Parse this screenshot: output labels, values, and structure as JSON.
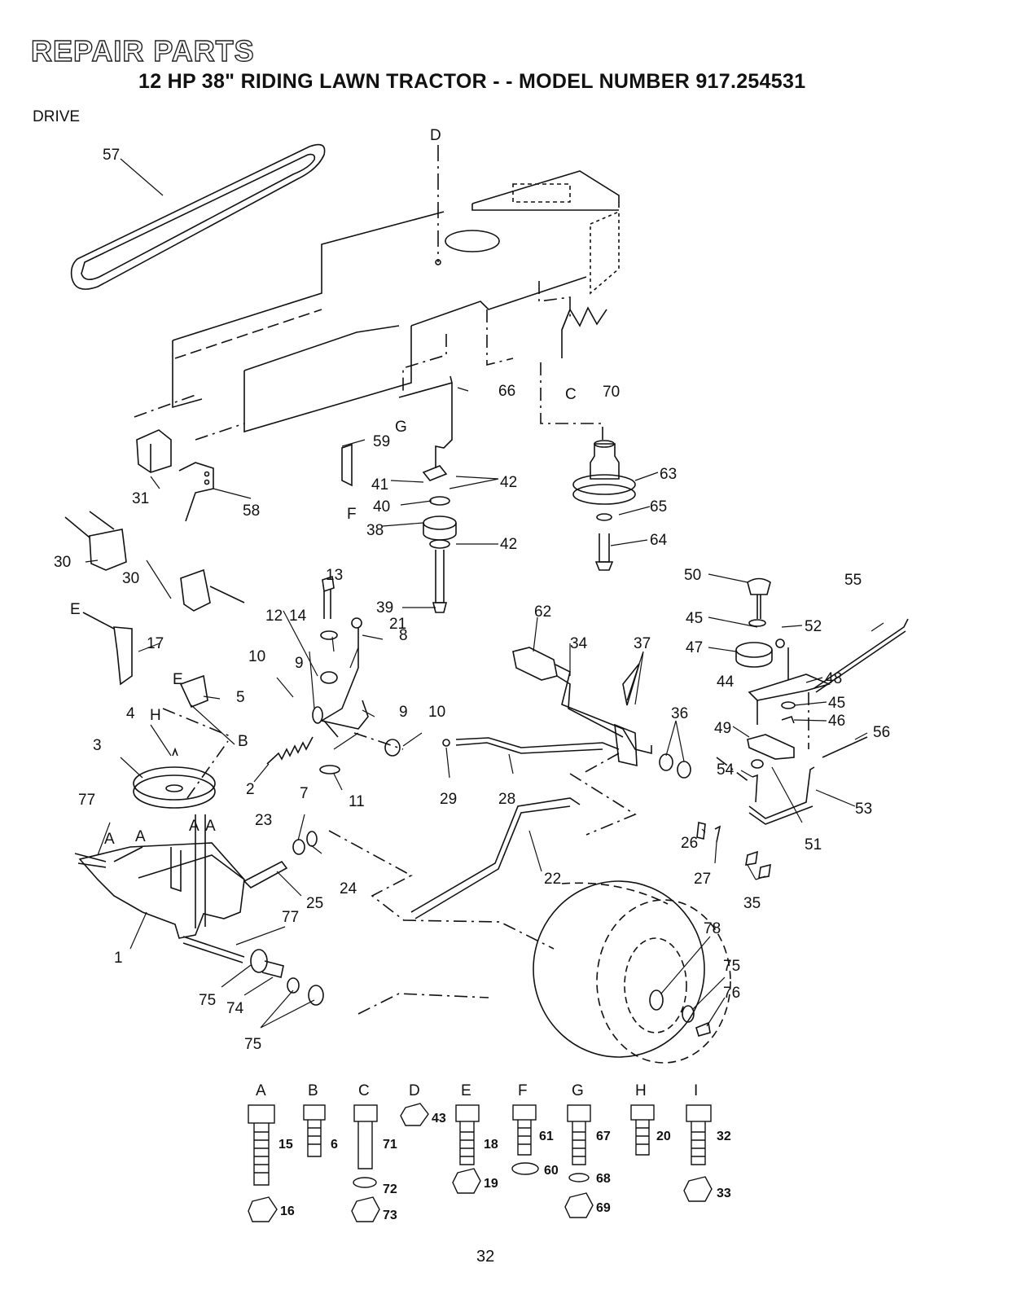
{
  "header": {
    "title": "REPAIR PARTS",
    "subtitle": "12 HP 38\" RIDING LAWN TRACTOR - - MODEL NUMBER 917.254531",
    "section": "DRIVE"
  },
  "part_callouts": [
    "1",
    "2",
    "3",
    "4",
    "5",
    "7",
    "8",
    "9",
    "9",
    "10",
    "10",
    "11",
    "12",
    "13",
    "14",
    "17",
    "21",
    "22",
    "23",
    "24",
    "25",
    "26",
    "27",
    "28",
    "29",
    "30",
    "30",
    "31",
    "34",
    "35",
    "36",
    "37",
    "38",
    "39",
    "40",
    "41",
    "42",
    "42",
    "44",
    "45",
    "45",
    "46",
    "47",
    "48",
    "49",
    "50",
    "51",
    "52",
    "53",
    "54",
    "55",
    "56",
    "57",
    "58",
    "59",
    "62",
    "63",
    "64",
    "65",
    "66",
    "70",
    "74",
    "75",
    "75",
    "75",
    "76",
    "77",
    "77",
    "78"
  ],
  "reference_letters": [
    "D",
    "C",
    "G",
    "F",
    "A",
    "A",
    "A",
    "A",
    "B",
    "E",
    "E",
    "H"
  ],
  "fasteners": [
    {
      "group": "A",
      "parts": [
        "15",
        "16"
      ]
    },
    {
      "group": "B",
      "parts": [
        "6"
      ]
    },
    {
      "group": "C",
      "parts": [
        "71",
        "72",
        "73"
      ]
    },
    {
      "group": "D",
      "parts": [
        "43"
      ]
    },
    {
      "group": "E",
      "parts": [
        "18",
        "19"
      ]
    },
    {
      "group": "F",
      "parts": [
        "61",
        "60"
      ]
    },
    {
      "group": "G",
      "parts": [
        "67",
        "68",
        "69"
      ]
    },
    {
      "group": "H",
      "parts": [
        "20"
      ]
    },
    {
      "group": "I",
      "parts": [
        "32",
        "33"
      ]
    }
  ],
  "footer": {
    "page_number": "32"
  }
}
